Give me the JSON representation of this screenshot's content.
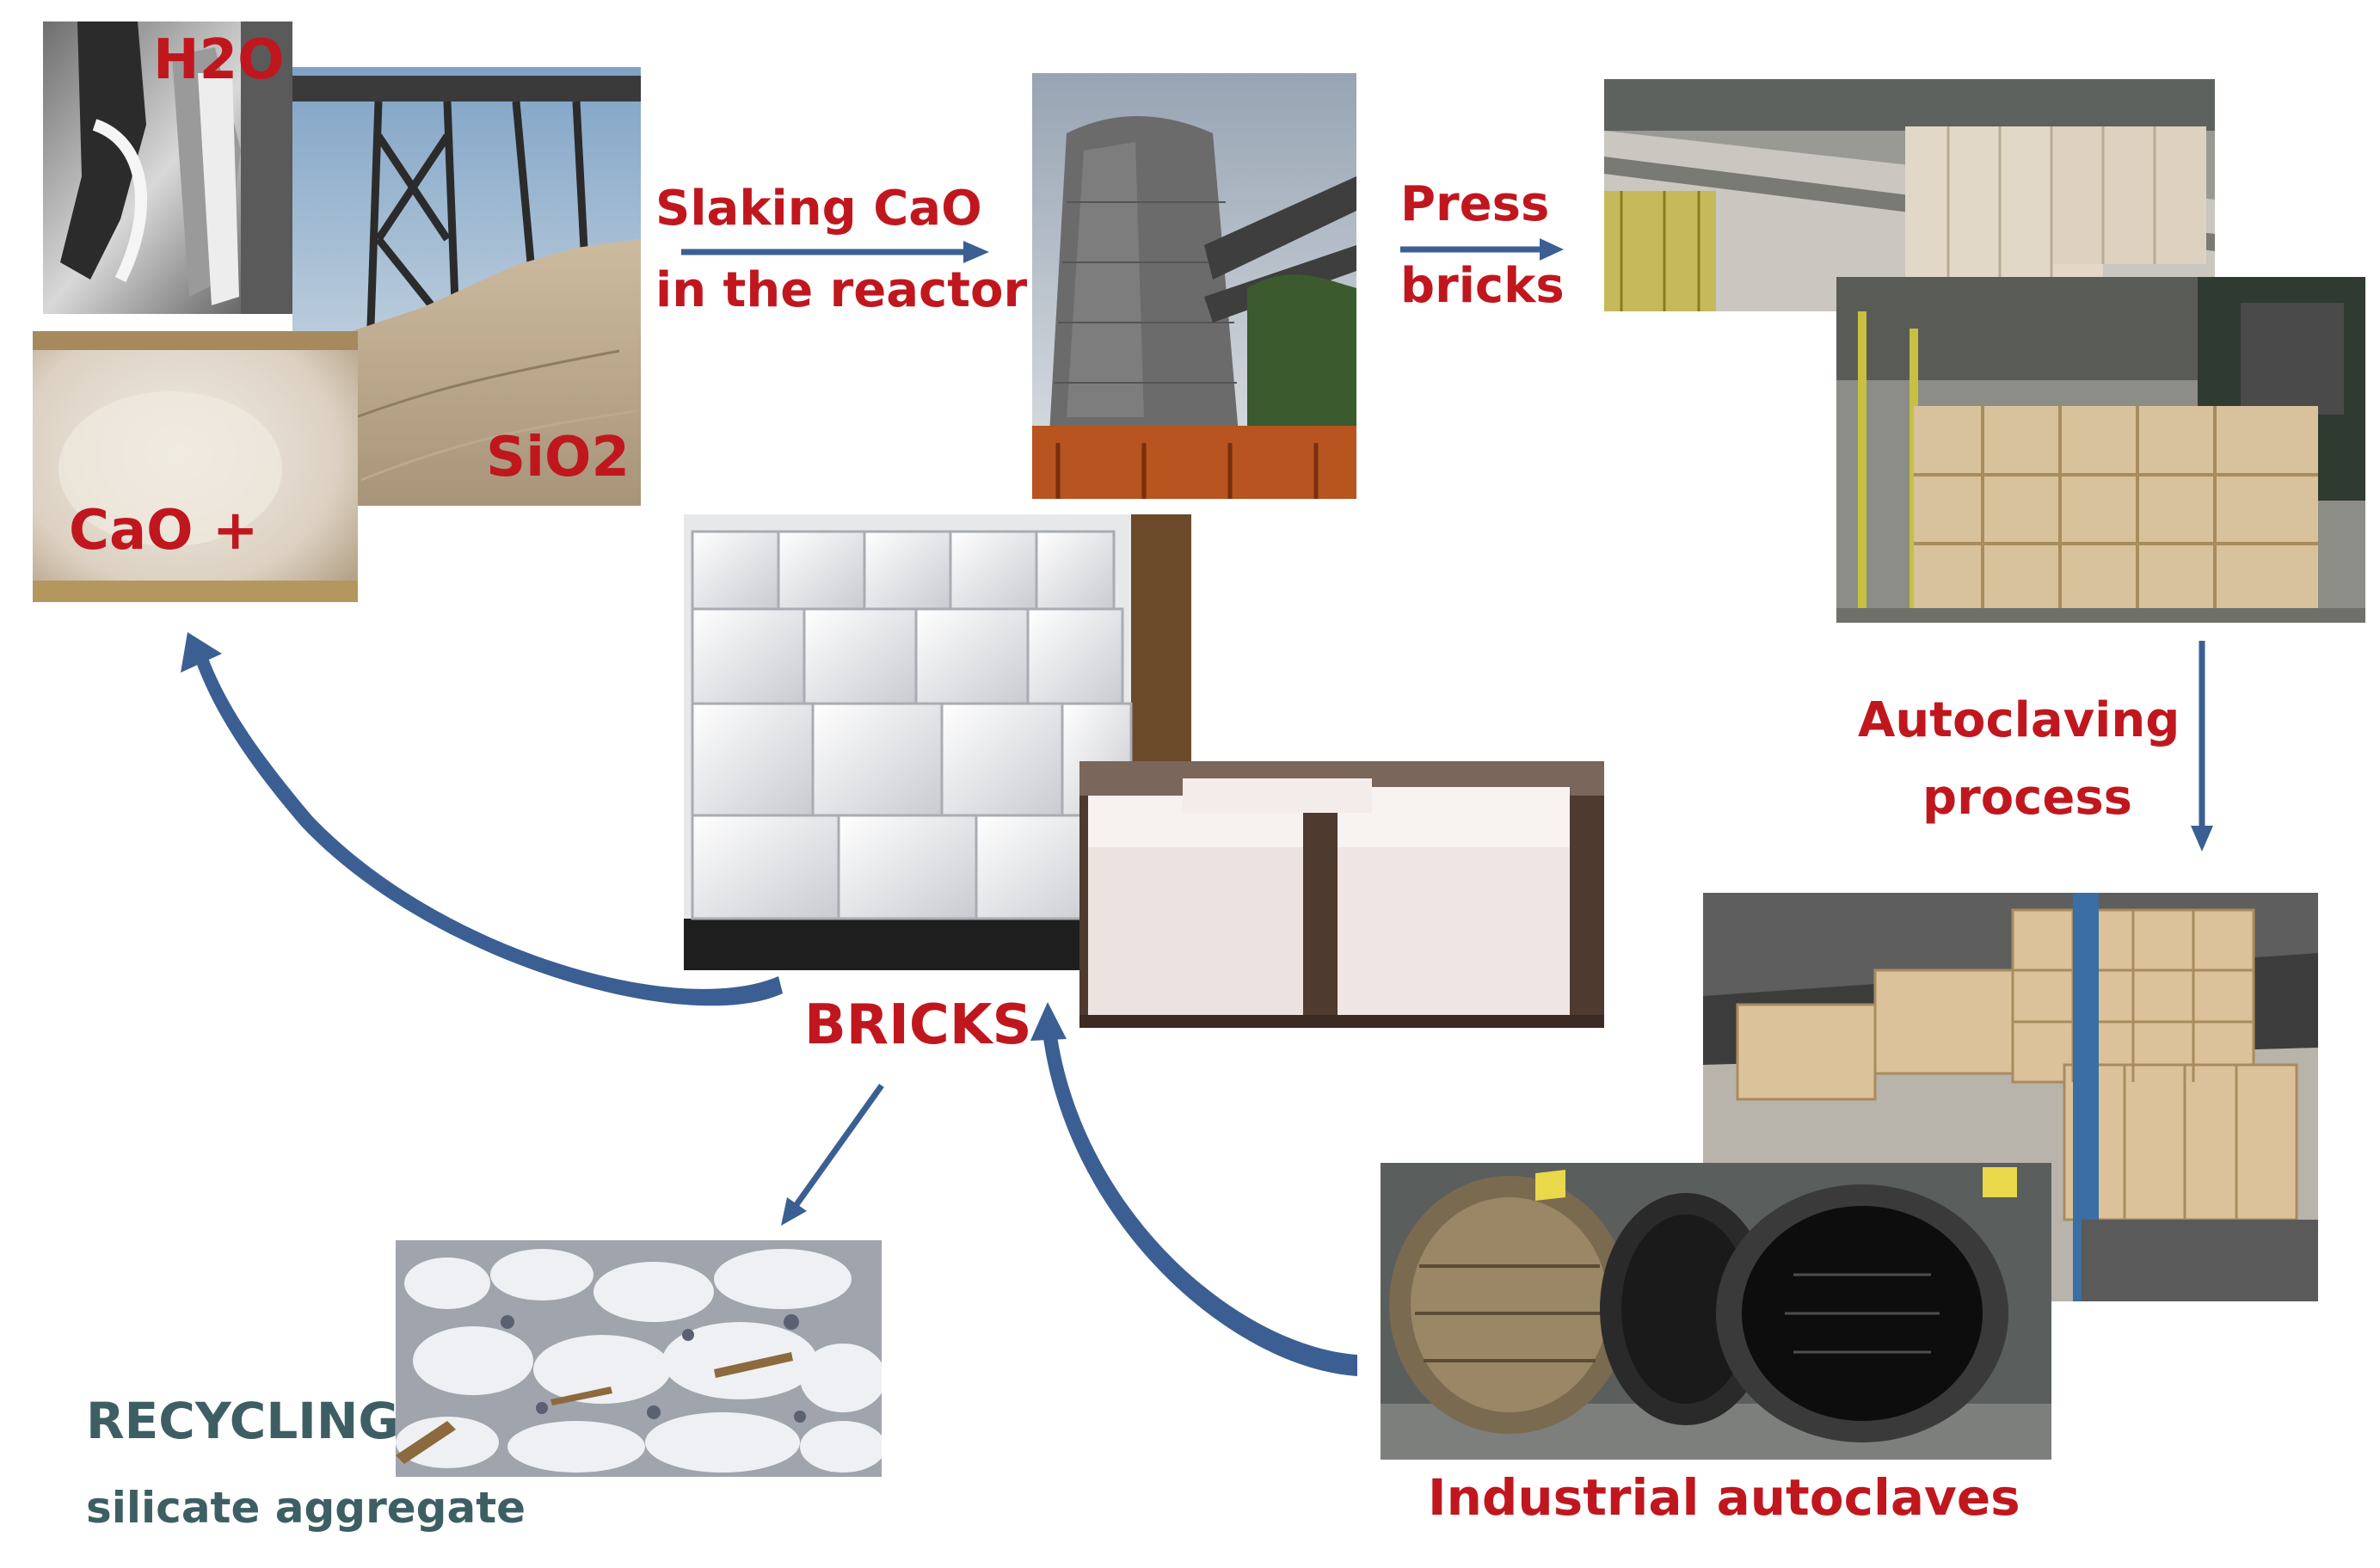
{
  "labels": {
    "h2o": "H2O",
    "sio2": "SiO2",
    "cao": "CaO +",
    "slaking_line1": "Slaking  CaO",
    "slaking_line2": "in the reactor",
    "press_line1": "Press",
    "press_line2": "bricks",
    "autoclaving_line1": "Autoclaving",
    "autoclaving_line2": "process",
    "bricks": "BRICKS",
    "recycling": "RECYCLING",
    "silicate": "silicate aggregate",
    "industrial": "Industrial autoclaves"
  },
  "colors": {
    "label_red": "#c0171e",
    "label_teal": "#3d5f63",
    "arrow_blue": "#3b5f93"
  }
}
